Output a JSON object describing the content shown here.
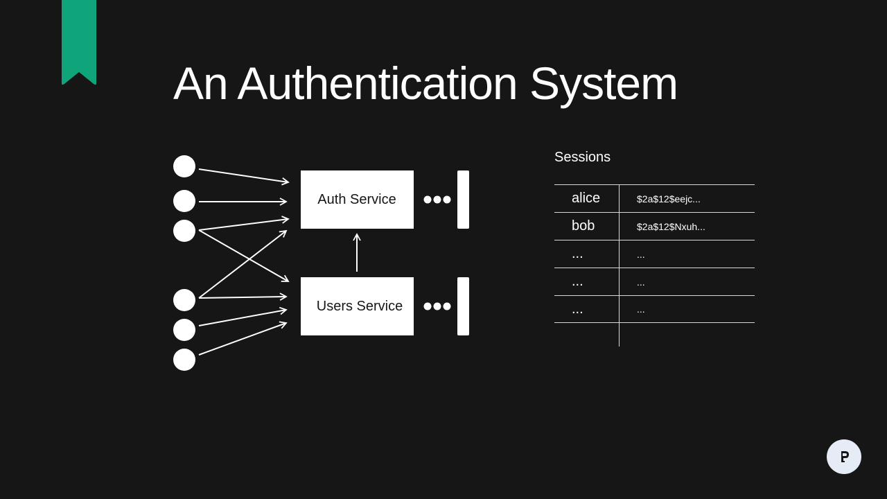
{
  "slide": {
    "title": "An Authentication System"
  },
  "diagram": {
    "services": [
      {
        "label": "Auth Service"
      },
      {
        "label": "Users Service"
      }
    ]
  },
  "sessions": {
    "title": "Sessions",
    "rows": [
      {
        "user": "alice",
        "hash": "$2a$12$eejc..."
      },
      {
        "user": "bob",
        "hash": "$2a$12$Nxuh..."
      },
      {
        "user": "...",
        "hash": "..."
      },
      {
        "user": "...",
        "hash": "..."
      },
      {
        "user": "...",
        "hash": "..."
      }
    ]
  },
  "colors": {
    "background": "#161616",
    "accent": "#0fa47a",
    "foreground": "#ffffff",
    "badge": "#e6ecf6"
  },
  "icons": {
    "bookmark": "bookmark-icon",
    "logo": "logo-icon"
  }
}
